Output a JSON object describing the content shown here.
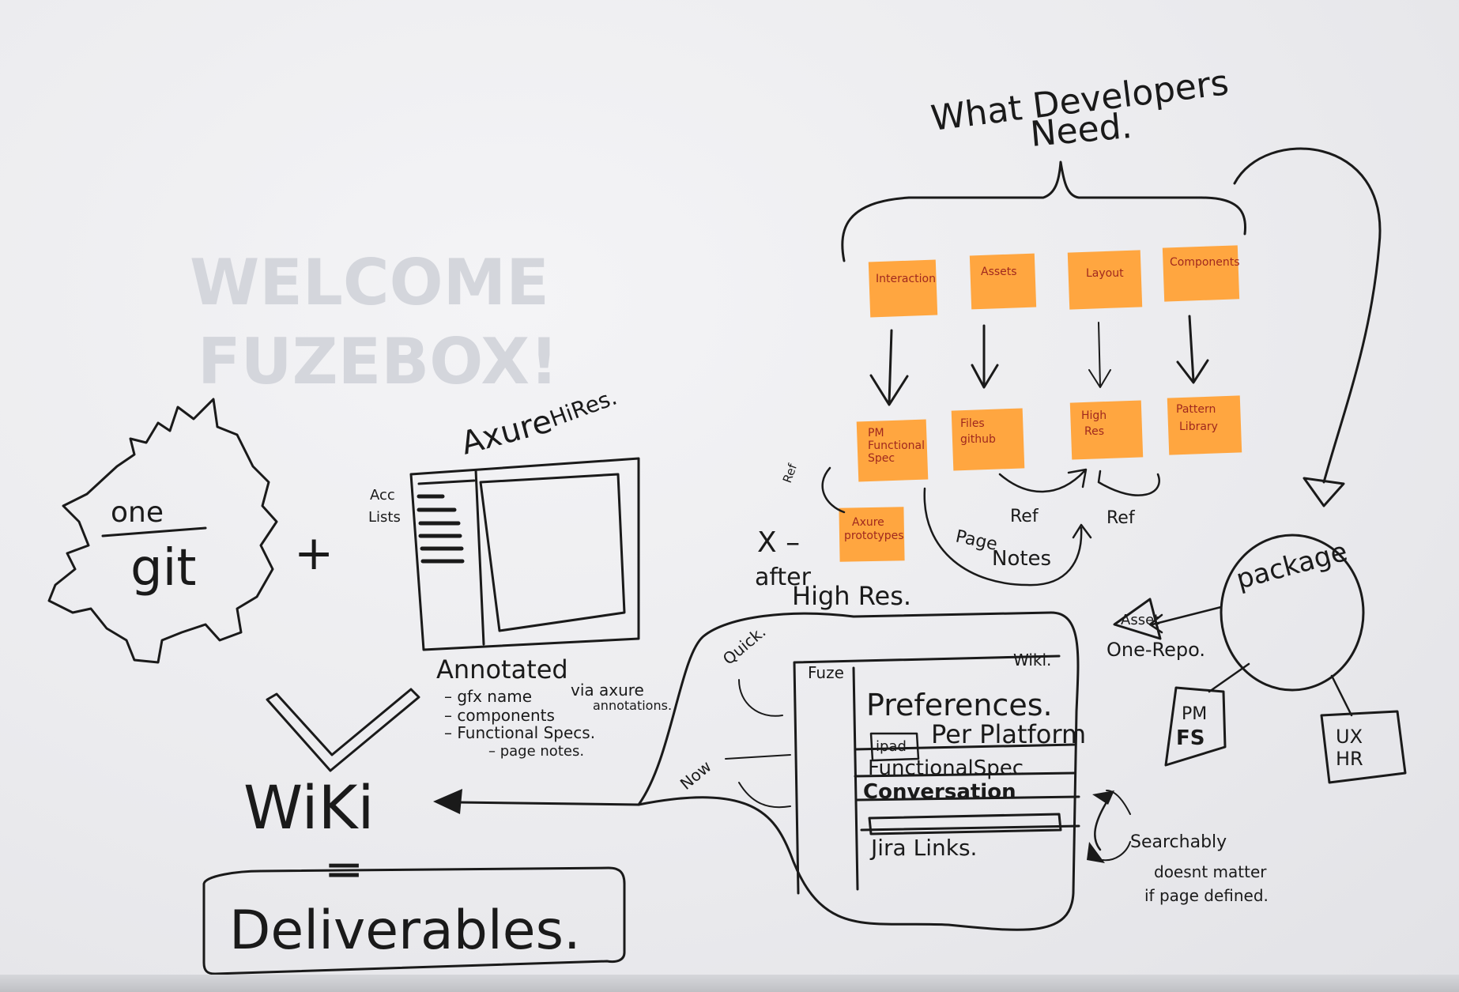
{
  "title": {
    "line1": "What Developers",
    "line2": "Need."
  },
  "ghost_text": {
    "line1": "WELCOME",
    "line2": "FUZEBOX!"
  },
  "top_stickies": [
    "Interaction",
    "Assets",
    "Layout",
    "Components"
  ],
  "bottom_stickies": [
    [
      "PM",
      "Functional",
      "Spec"
    ],
    [
      "Files",
      "github"
    ],
    [
      "High",
      "Res"
    ],
    [
      "Pattern",
      "Library"
    ]
  ],
  "axure_sticky": [
    "Axure",
    "prototypes"
  ],
  "notes": {
    "ref_small": "Ref",
    "ref1": "Ref",
    "ref2": "Ref",
    "page_notes": [
      "Page",
      "Notes"
    ],
    "x_mark": "X –",
    "after": "after",
    "high_res": "High Res."
  },
  "git": {
    "one": "one",
    "git": "git",
    "plus": "+"
  },
  "axure": {
    "title": [
      "Axure",
      "HiRes."
    ],
    "side": [
      "Acc",
      "Lists"
    ],
    "annotated": "Annotated",
    "items": [
      "– gfx name",
      "– components",
      "– Functional Specs.",
      "– page notes."
    ],
    "via": [
      "via axure",
      "annotations."
    ]
  },
  "wiki": {
    "label": "WiKi",
    "equals": "=",
    "deliverables": "Deliverables."
  },
  "fuze_panel": {
    "quick": "Quick.",
    "now": "Now",
    "fuze": "Fuze",
    "wiki": "Wiki.",
    "preferences": "Preferences.",
    "ipad": "ipad",
    "per_platform": "Per Platform",
    "functional_spec": "FunctionalSpec",
    "conversation": "Conversation",
    "jira_links": "Jira Links."
  },
  "searchable": [
    "Searchably",
    "doesnt matter",
    "if page defined."
  ],
  "package": {
    "label": "package",
    "asset": "Asset",
    "one_repo": "One-Repo.",
    "pm": [
      "PM",
      "FS"
    ],
    "ux": [
      "UX",
      "HR"
    ]
  }
}
